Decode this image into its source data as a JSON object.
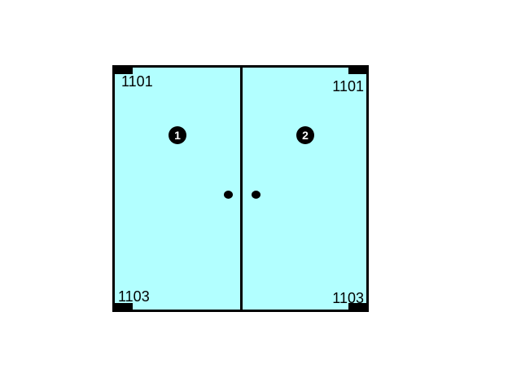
{
  "diagram": {
    "panels": [
      {
        "number": "1",
        "top_code": "1101",
        "bottom_code": "1103"
      },
      {
        "number": "2",
        "top_code": "1101",
        "bottom_code": "1103"
      }
    ],
    "colors": {
      "glass": "#b2ffff",
      "frame": "#000000",
      "background": "#ffffff"
    }
  }
}
